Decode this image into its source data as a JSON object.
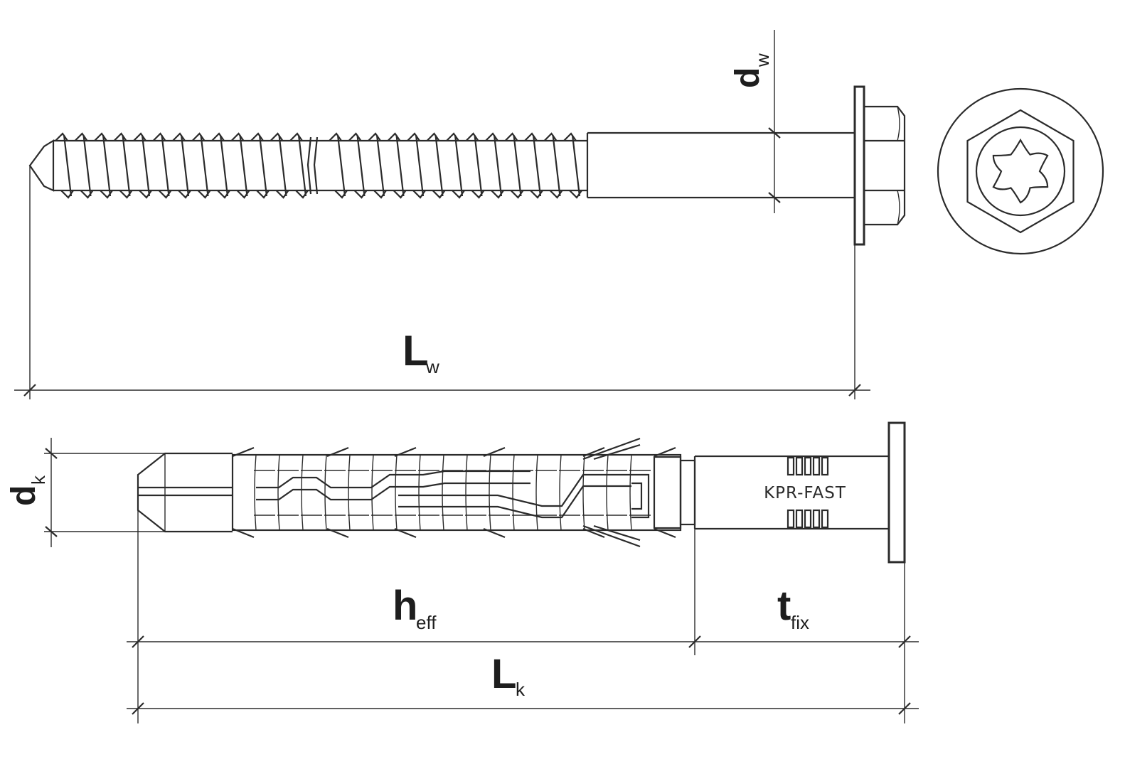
{
  "labels": {
    "dw": {
      "main": "d",
      "sub": "w"
    },
    "lw": {
      "main": "L",
      "sub": "w"
    },
    "dk": {
      "main": "d",
      "sub": "k"
    },
    "heff": {
      "main": "h",
      "sub": "eff"
    },
    "tfix": {
      "main": "t",
      "sub": "fix"
    },
    "lk": {
      "main": "L",
      "sub": "k"
    }
  },
  "brand_text": "KPR-FAST",
  "colors": {
    "line": "#2b2b2b",
    "background": "#ffffff"
  }
}
